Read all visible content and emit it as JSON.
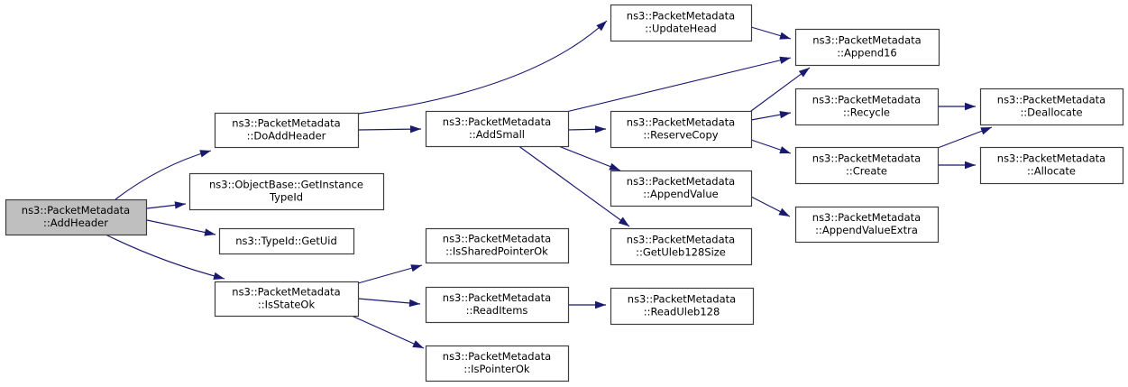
{
  "diagram": {
    "kind": "call-graph",
    "root_function": "ns3::PacketMetadata::AddHeader",
    "colors": {
      "background": "#ffffff",
      "edge": "#191970",
      "node_border": "#3d3d3d",
      "node_fill": "#ffffff",
      "highlight_fill": "#bfbfbf",
      "text": "#000000"
    },
    "nodes": [
      {
        "id": "addheader",
        "lines": [
          "ns3::PacketMetadata",
          "::AddHeader"
        ],
        "highlighted": true
      },
      {
        "id": "doaddheader",
        "lines": [
          "ns3::PacketMetadata",
          "::DoAddHeader"
        ],
        "highlighted": false
      },
      {
        "id": "getinstancetypeid",
        "lines": [
          "ns3::ObjectBase::GetInstance",
          "TypeId"
        ],
        "highlighted": false
      },
      {
        "id": "getuid",
        "lines": [
          "ns3::TypeId::GetUid"
        ],
        "highlighted": false
      },
      {
        "id": "isstateok",
        "lines": [
          "ns3::PacketMetadata",
          "::IsStateOk"
        ],
        "highlighted": false
      },
      {
        "id": "addsmall",
        "lines": [
          "ns3::PacketMetadata",
          "::AddSmall"
        ],
        "highlighted": false
      },
      {
        "id": "issharedpointerok",
        "lines": [
          "ns3::PacketMetadata",
          "::IsSharedPointerOk"
        ],
        "highlighted": false
      },
      {
        "id": "readitems",
        "lines": [
          "ns3::PacketMetadata",
          "::ReadItems"
        ],
        "highlighted": false
      },
      {
        "id": "ispointerok",
        "lines": [
          "ns3::PacketMetadata",
          "::IsPointerOk"
        ],
        "highlighted": false
      },
      {
        "id": "updatehead",
        "lines": [
          "ns3::PacketMetadata",
          "::UpdateHead"
        ],
        "highlighted": false
      },
      {
        "id": "reservecopy",
        "lines": [
          "ns3::PacketMetadata",
          "::ReserveCopy"
        ],
        "highlighted": false
      },
      {
        "id": "appendvalue",
        "lines": [
          "ns3::PacketMetadata",
          "::AppendValue"
        ],
        "highlighted": false
      },
      {
        "id": "getuleb128size",
        "lines": [
          "ns3::PacketMetadata",
          "::GetUleb128Size"
        ],
        "highlighted": false
      },
      {
        "id": "readuleb128",
        "lines": [
          "ns3::PacketMetadata",
          "::ReadUleb128"
        ],
        "highlighted": false
      },
      {
        "id": "append16",
        "lines": [
          "ns3::PacketMetadata",
          "::Append16"
        ],
        "highlighted": false
      },
      {
        "id": "recycle",
        "lines": [
          "ns3::PacketMetadata",
          "::Recycle"
        ],
        "highlighted": false
      },
      {
        "id": "create",
        "lines": [
          "ns3::PacketMetadata",
          "::Create"
        ],
        "highlighted": false
      },
      {
        "id": "appendvalueextra",
        "lines": [
          "ns3::PacketMetadata",
          "::AppendValueExtra"
        ],
        "highlighted": false
      },
      {
        "id": "deallocate",
        "lines": [
          "ns3::PacketMetadata",
          "::Deallocate"
        ],
        "highlighted": false
      },
      {
        "id": "allocate",
        "lines": [
          "ns3::PacketMetadata",
          "::Allocate"
        ],
        "highlighted": false
      }
    ],
    "edges": [
      {
        "from": "addheader",
        "to": "doaddheader"
      },
      {
        "from": "addheader",
        "to": "getinstancetypeid"
      },
      {
        "from": "addheader",
        "to": "getuid"
      },
      {
        "from": "addheader",
        "to": "isstateok"
      },
      {
        "from": "doaddheader",
        "to": "updatehead"
      },
      {
        "from": "doaddheader",
        "to": "addsmall"
      },
      {
        "from": "updatehead",
        "to": "append16"
      },
      {
        "from": "addsmall",
        "to": "append16"
      },
      {
        "from": "addsmall",
        "to": "reservecopy"
      },
      {
        "from": "addsmall",
        "to": "appendvalue"
      },
      {
        "from": "addsmall",
        "to": "getuleb128size"
      },
      {
        "from": "reservecopy",
        "to": "append16"
      },
      {
        "from": "reservecopy",
        "to": "recycle"
      },
      {
        "from": "reservecopy",
        "to": "create"
      },
      {
        "from": "recycle",
        "to": "deallocate"
      },
      {
        "from": "create",
        "to": "deallocate"
      },
      {
        "from": "create",
        "to": "allocate"
      },
      {
        "from": "appendvalue",
        "to": "appendvalueextra"
      },
      {
        "from": "isstateok",
        "to": "issharedpointerok"
      },
      {
        "from": "isstateok",
        "to": "readitems"
      },
      {
        "from": "isstateok",
        "to": "ispointerok"
      },
      {
        "from": "readitems",
        "to": "readuleb128"
      }
    ]
  }
}
